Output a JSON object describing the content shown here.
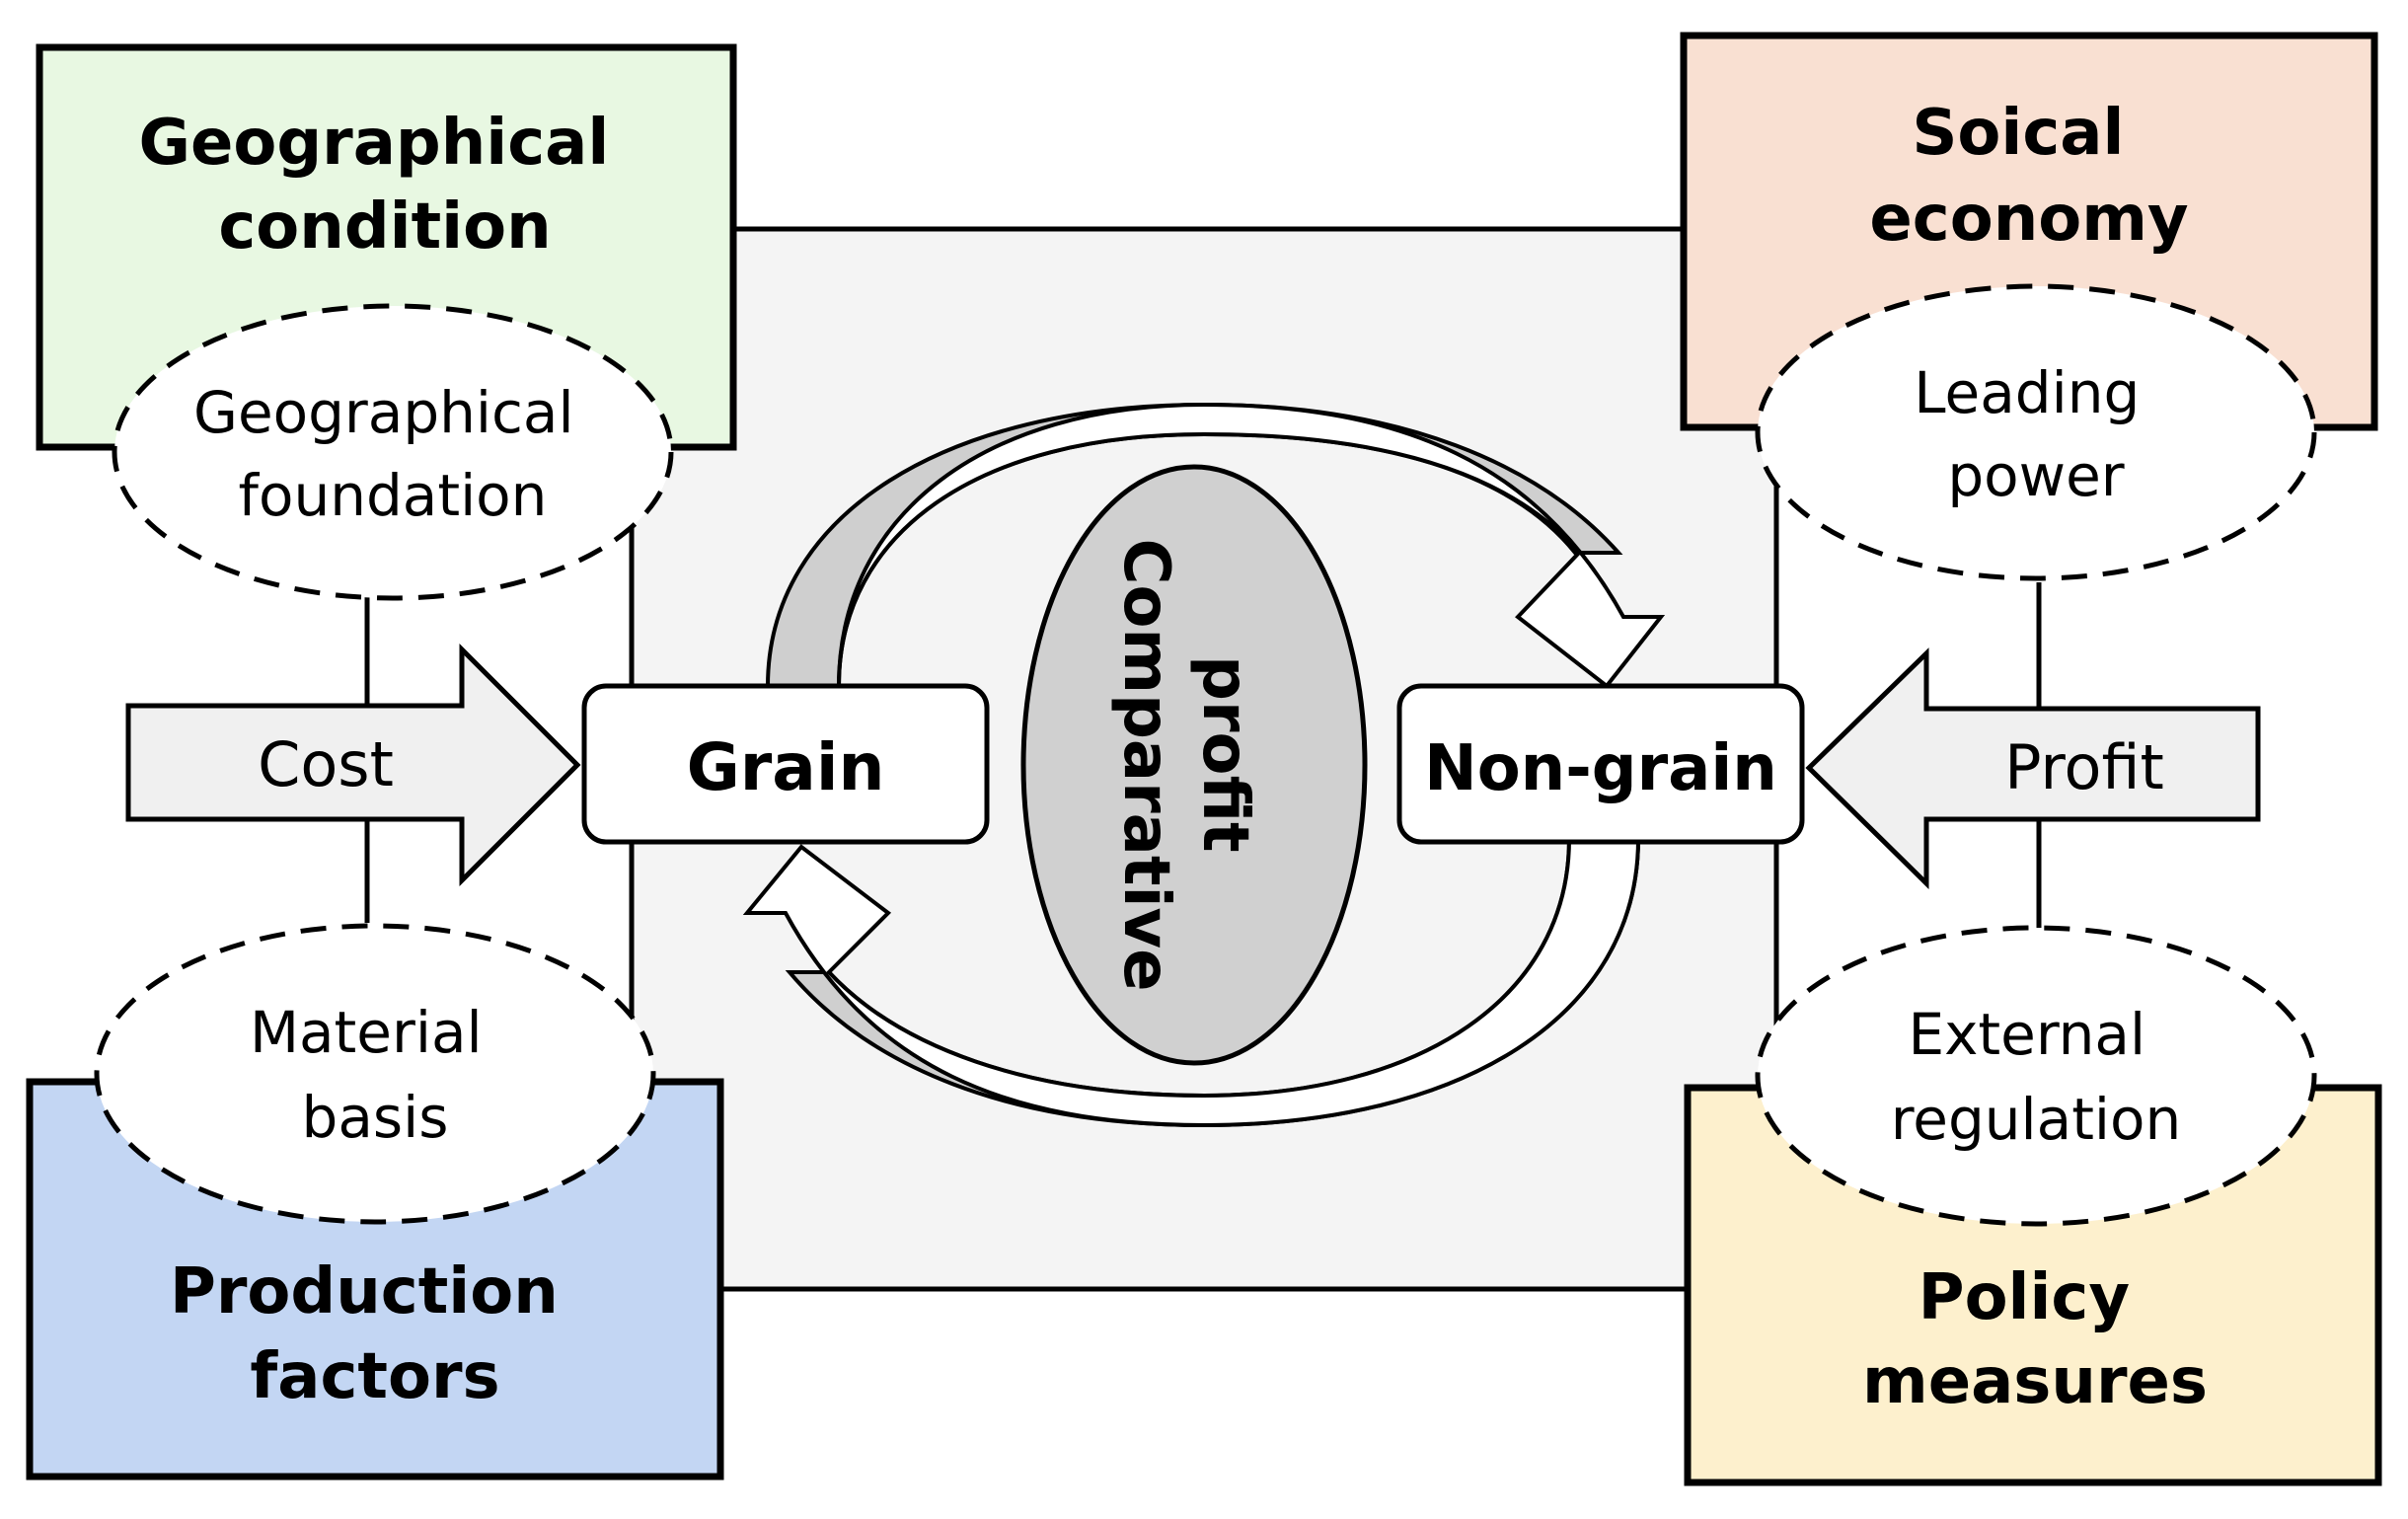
{
  "corners": {
    "geographical": {
      "title": [
        "Geographical",
        "condition"
      ],
      "ellipse": [
        "Geographical",
        "foundation"
      ],
      "color": "#e8f8e2"
    },
    "social": {
      "title": [
        "Soical",
        "economy"
      ],
      "ellipse": [
        "Leading",
        "power"
      ],
      "color": "#f9e0d2"
    },
    "production": {
      "title": [
        "Production",
        "factors"
      ],
      "ellipse": [
        "Material",
        "basis"
      ],
      "color": "#c3d6f3"
    },
    "policy": {
      "title": [
        "Policy",
        "measures"
      ],
      "ellipse": [
        "External",
        "regulation"
      ],
      "color": "#fdf0cd"
    }
  },
  "arrows": {
    "left": "Cost",
    "right": "Profit"
  },
  "nodes": {
    "left": "Grain",
    "right": "Non-grain"
  },
  "center": [
    "profit",
    "Comparative"
  ],
  "colors": {
    "background_panel": "#f4f4f4",
    "arrow_fill": "#f0f0f0",
    "center_fill": "#d0d0d0",
    "arc_shadow": "#cfcfcf"
  }
}
